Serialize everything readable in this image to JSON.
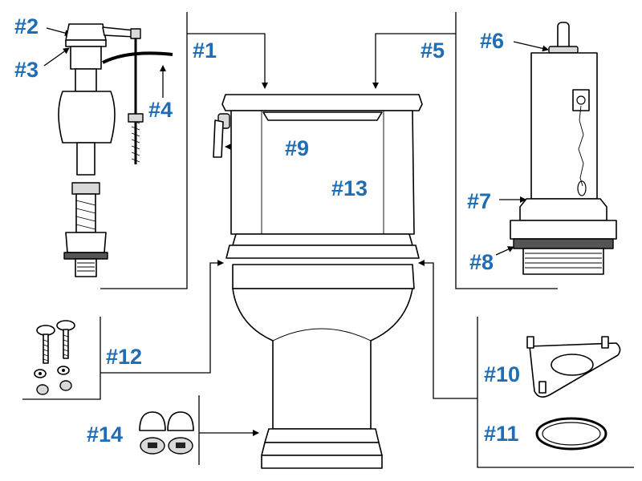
{
  "accent_color": "#1f6db5",
  "callouts": {
    "c1": "#1",
    "c2": "#2",
    "c3": "#3",
    "c4": "#4",
    "c5": "#5",
    "c6": "#6",
    "c7": "#7",
    "c8": "#8",
    "c9": "#9",
    "c10": "#10",
    "c11": "#11",
    "c12": "#12",
    "c13": "#13",
    "c14": "#14"
  }
}
